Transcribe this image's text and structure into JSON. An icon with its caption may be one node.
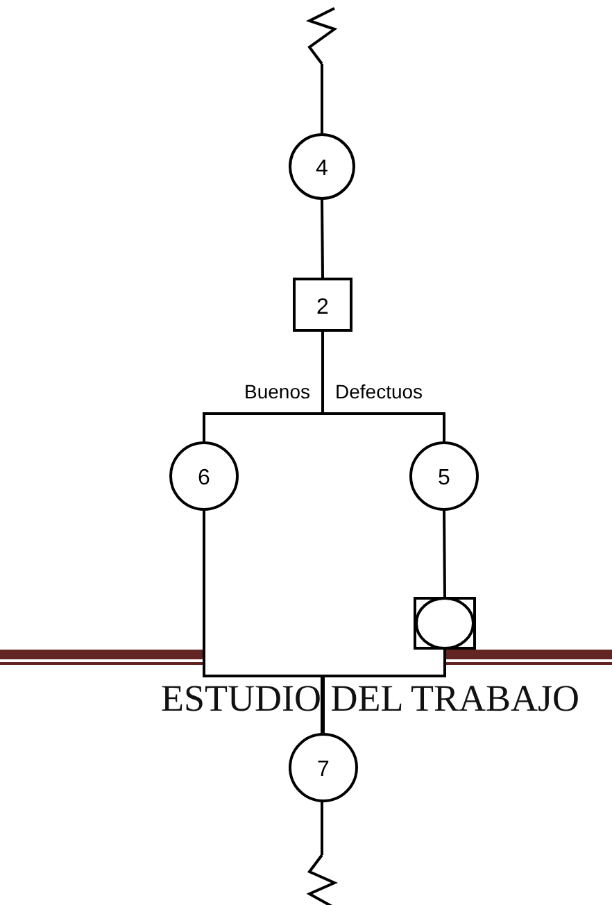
{
  "diagram": {
    "nodes": [
      {
        "text": [],
        "shape": "zigzag"
      },
      {
        "text": [
          "4"
        ]
      },
      {
        "text": [
          "2"
        ]
      },
      {
        "text": [
          "6"
        ]
      },
      {
        "text": [
          "5"
        ]
      },
      {
        "text": [],
        "shape": "box"
      },
      {
        "text": [
          "7"
        ]
      },
      {
        "text": [],
        "shape": "zigzag"
      }
    ],
    "edges": [
      {
        "from": 0,
        "to": 1,
        "arrow": "none"
      },
      {
        "from": 1,
        "to": 2,
        "arrow": "none"
      },
      {
        "from": 2,
        "to": 3,
        "arrow": "none",
        "label": "Buenos"
      },
      {
        "from": 2,
        "to": 4,
        "arrow": "none",
        "label": "Defectuos"
      },
      {
        "from": 4,
        "to": 5,
        "arrow": "none"
      },
      {
        "from": 3,
        "to": 6,
        "arrow": "none"
      },
      {
        "from": 5,
        "to": 6,
        "arrow": "none"
      },
      {
        "from": 6,
        "to": 7,
        "arrow": "none"
      }
    ],
    "labels": [
      "ESTUDIO DEL TRABAJO"
    ]
  }
}
